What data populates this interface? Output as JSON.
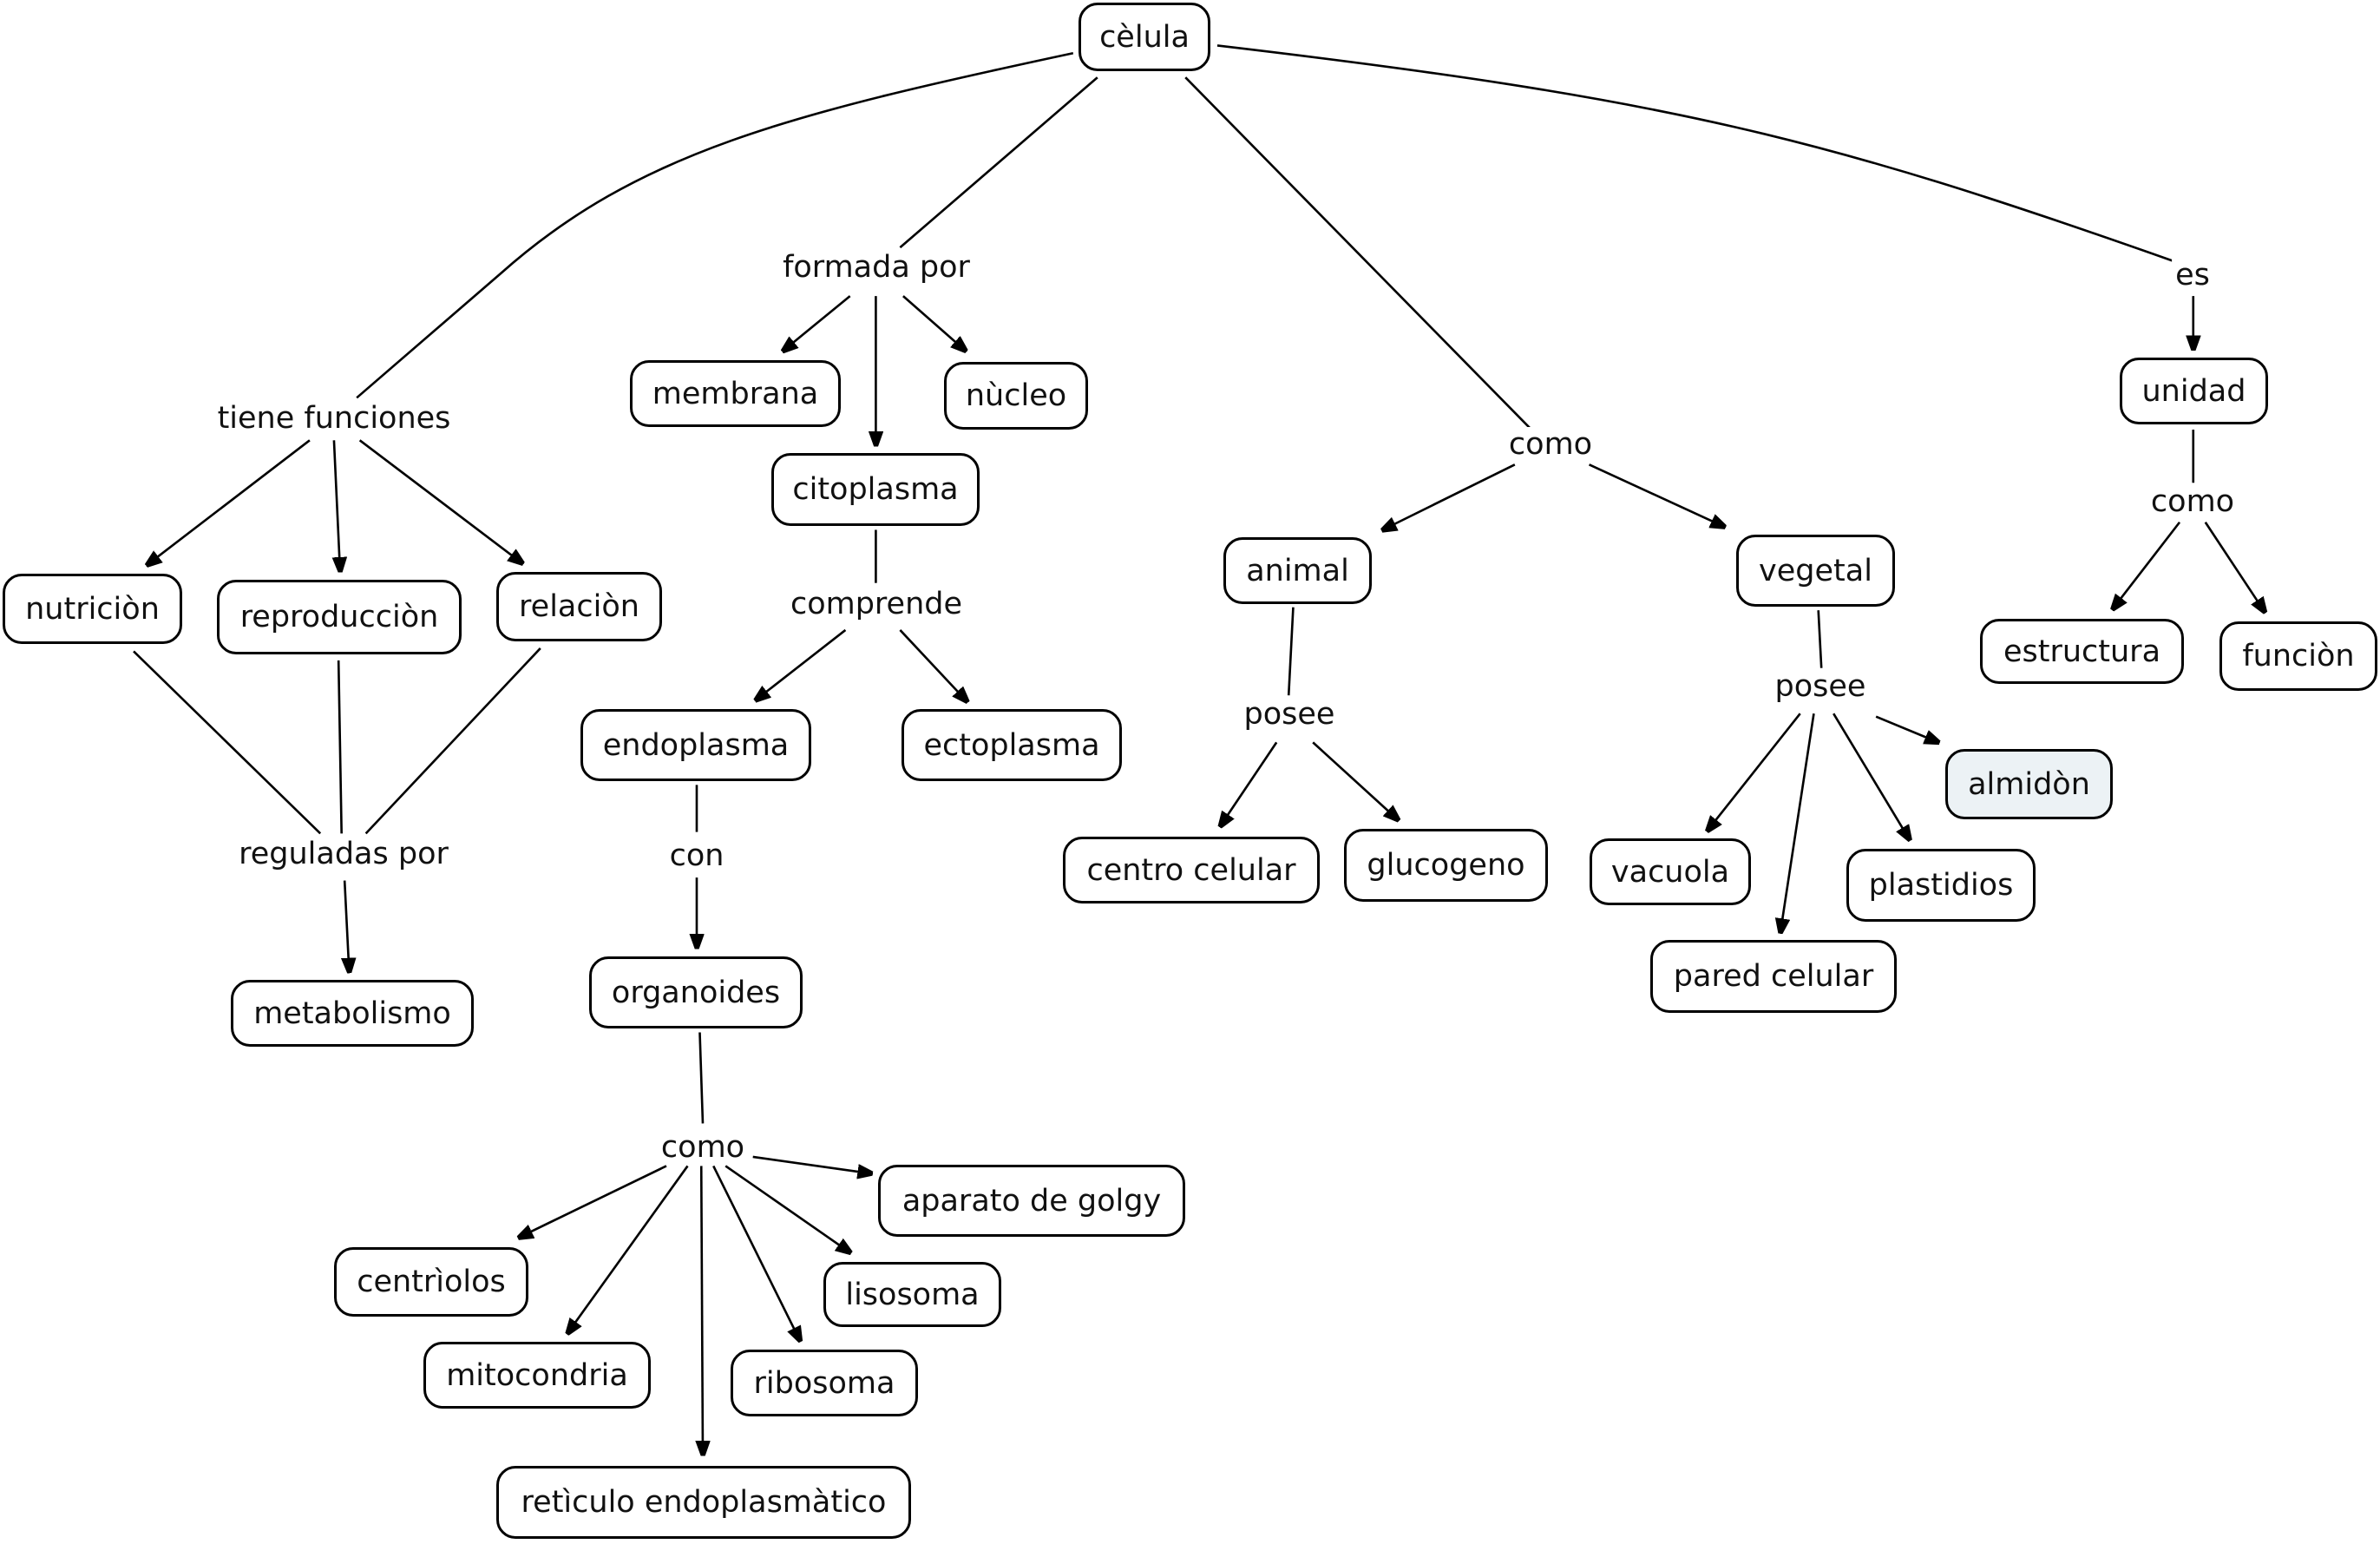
{
  "title": "cèlula",
  "nodes": [
    {
      "id": "celula",
      "label": "cèlula"
    },
    {
      "id": "membrana",
      "label": "membrana"
    },
    {
      "id": "nucleo",
      "label": "nùcleo"
    },
    {
      "id": "citoplasma",
      "label": "citoplasma"
    },
    {
      "id": "endoplasma",
      "label": "endoplasma"
    },
    {
      "id": "ectoplasma",
      "label": "ectoplasma"
    },
    {
      "id": "organoides",
      "label": "organoides"
    },
    {
      "id": "aparato",
      "label": "aparato de golgy"
    },
    {
      "id": "centriolos",
      "label": "centrìolos"
    },
    {
      "id": "lisosoma",
      "label": "lisosoma"
    },
    {
      "id": "mitocondria",
      "label": "mitocondria"
    },
    {
      "id": "ribosoma",
      "label": "ribosoma"
    },
    {
      "id": "reticulo",
      "label": "retìculo endoplasmàtico"
    },
    {
      "id": "nutricion",
      "label": "nutriciòn"
    },
    {
      "id": "reproduccion",
      "label": "reproducciòn"
    },
    {
      "id": "relacion",
      "label": "relaciòn"
    },
    {
      "id": "metabolismo",
      "label": "metabolismo"
    },
    {
      "id": "animal",
      "label": "animal"
    },
    {
      "id": "vegetal",
      "label": "vegetal"
    },
    {
      "id": "centro",
      "label": "centro celular"
    },
    {
      "id": "glucogeno",
      "label": "glucogeno"
    },
    {
      "id": "vacuola",
      "label": "vacuola"
    },
    {
      "id": "pared",
      "label": "pared celular"
    },
    {
      "id": "plastidios",
      "label": "plastidios"
    },
    {
      "id": "almidon",
      "label": "almidòn",
      "highlight": true
    },
    {
      "id": "unidad",
      "label": "unidad"
    },
    {
      "id": "estructura",
      "label": "estructura"
    },
    {
      "id": "funcion",
      "label": "funciòn"
    }
  ],
  "links": [
    {
      "id": "formada",
      "label": "formada por"
    },
    {
      "id": "tiene",
      "label": "tiene funciones"
    },
    {
      "id": "como1",
      "label": "como"
    },
    {
      "id": "es",
      "label": "es"
    },
    {
      "id": "comprende",
      "label": "comprende"
    },
    {
      "id": "con",
      "label": "con"
    },
    {
      "id": "como2",
      "label": "como"
    },
    {
      "id": "reguladas",
      "label": "reguladas por"
    },
    {
      "id": "posee1",
      "label": "posee"
    },
    {
      "id": "posee2",
      "label": "posee"
    },
    {
      "id": "como3",
      "label": "como"
    }
  ],
  "colors": {
    "highlight_fill": "#ecf2f5",
    "stroke": "#000000"
  }
}
